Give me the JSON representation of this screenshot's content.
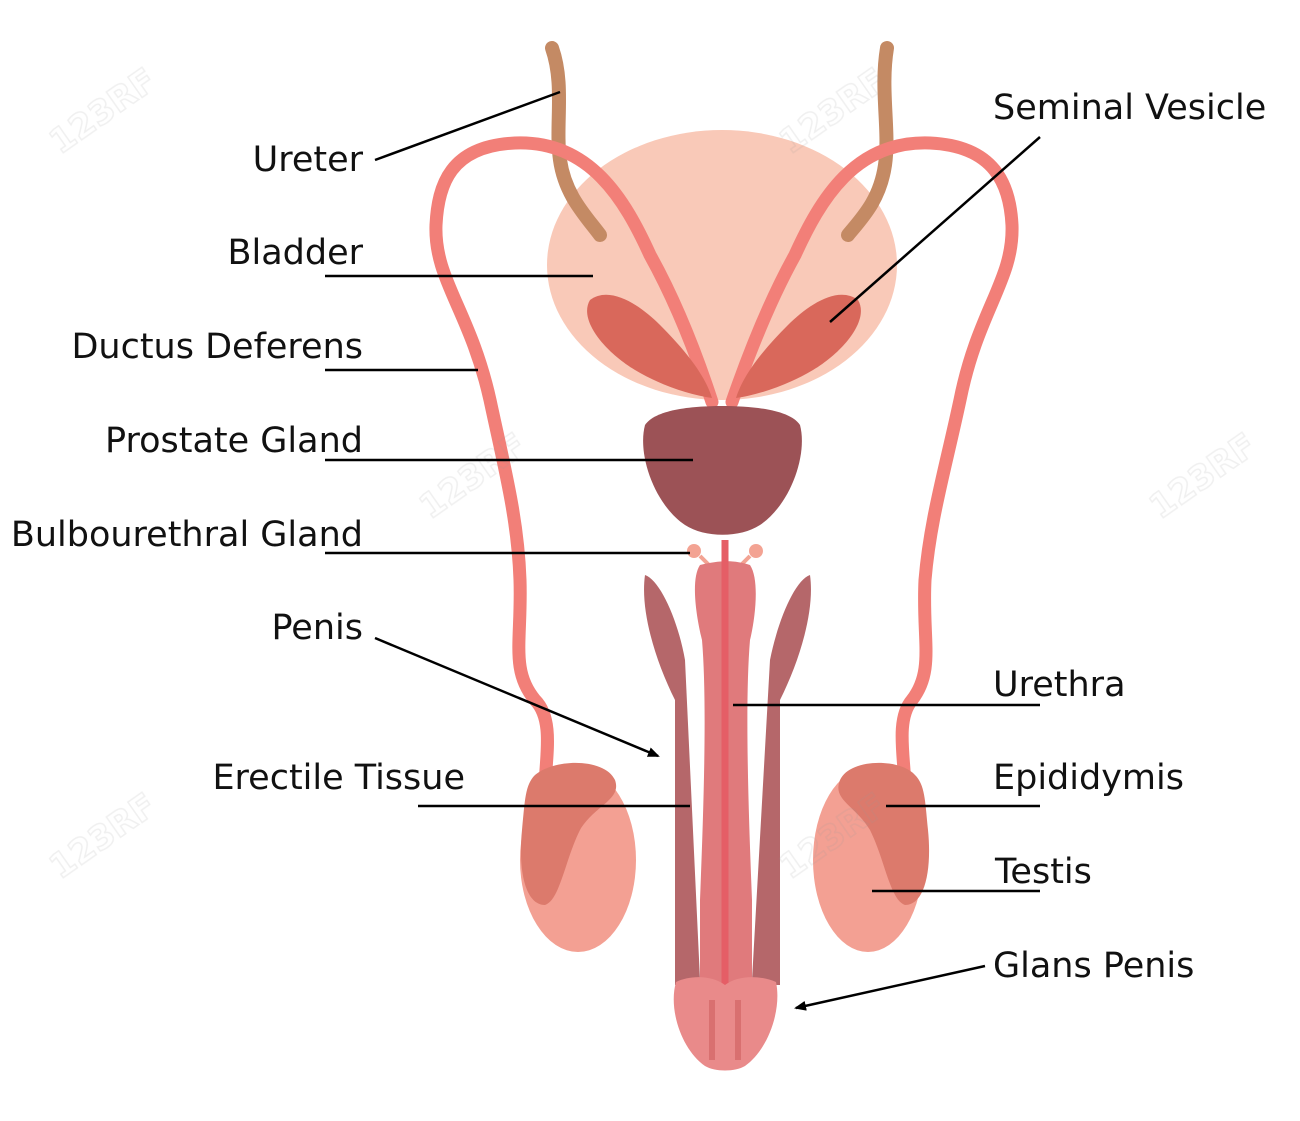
{
  "colors": {
    "background": "#ffffff",
    "bladder": "#f9c9b8",
    "duct": "#f27f78",
    "ureter": "#c48a64",
    "seminal_vesicle": "#d9685b",
    "prostate": "#9c5256",
    "erectile": "#b5676a",
    "penis_core": "#e07a7c",
    "urethra": "#e55e66",
    "glans": "#e98a8a",
    "testis": "#f3a093",
    "epididymis": "#dc7a6c",
    "bulbourethral": "#f3a393",
    "leader": "#000000"
  },
  "labels": {
    "ureter": "Ureter",
    "bladder": "Bladder",
    "ductus_deferens": "Ductus Deferens",
    "prostate_gland": "Prostate Gland",
    "bulbourethral_gland": "Bulbourethral Gland",
    "penis": "Penis",
    "erectile_tissue": "Erectile Tissue",
    "seminal_vesicle": "Seminal Vesicle",
    "urethra": "Urethra",
    "epididymis": "Epididymis",
    "testis": "Testis",
    "glans_penis": "Glans Penis"
  },
  "watermark": "123RF"
}
